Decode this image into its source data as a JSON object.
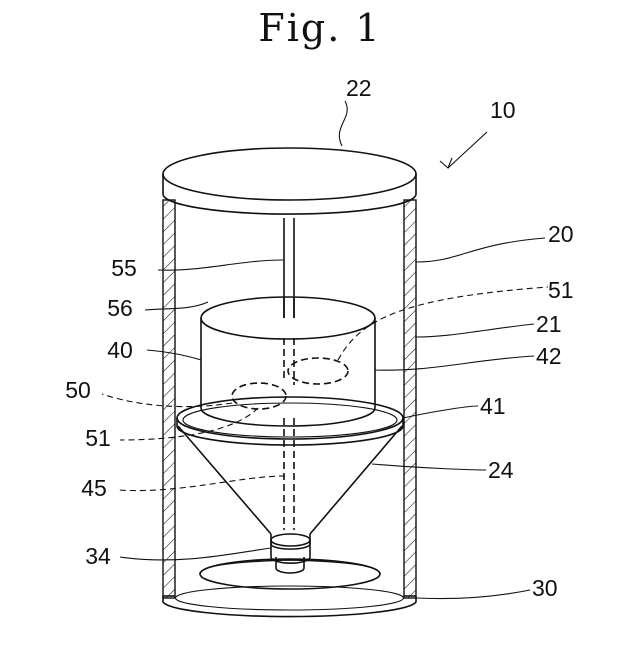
{
  "figure": {
    "title": "Fig. 1",
    "labels": {
      "n10": "10",
      "n20": "20",
      "n21": "21",
      "n22": "22",
      "n24": "24",
      "n30": "30",
      "n34": "34",
      "n40": "40",
      "n41": "41",
      "n42": "42",
      "n45": "45",
      "n50": "50",
      "n51a": "51",
      "n51b": "51",
      "n55": "55",
      "n56": "56"
    }
  }
}
